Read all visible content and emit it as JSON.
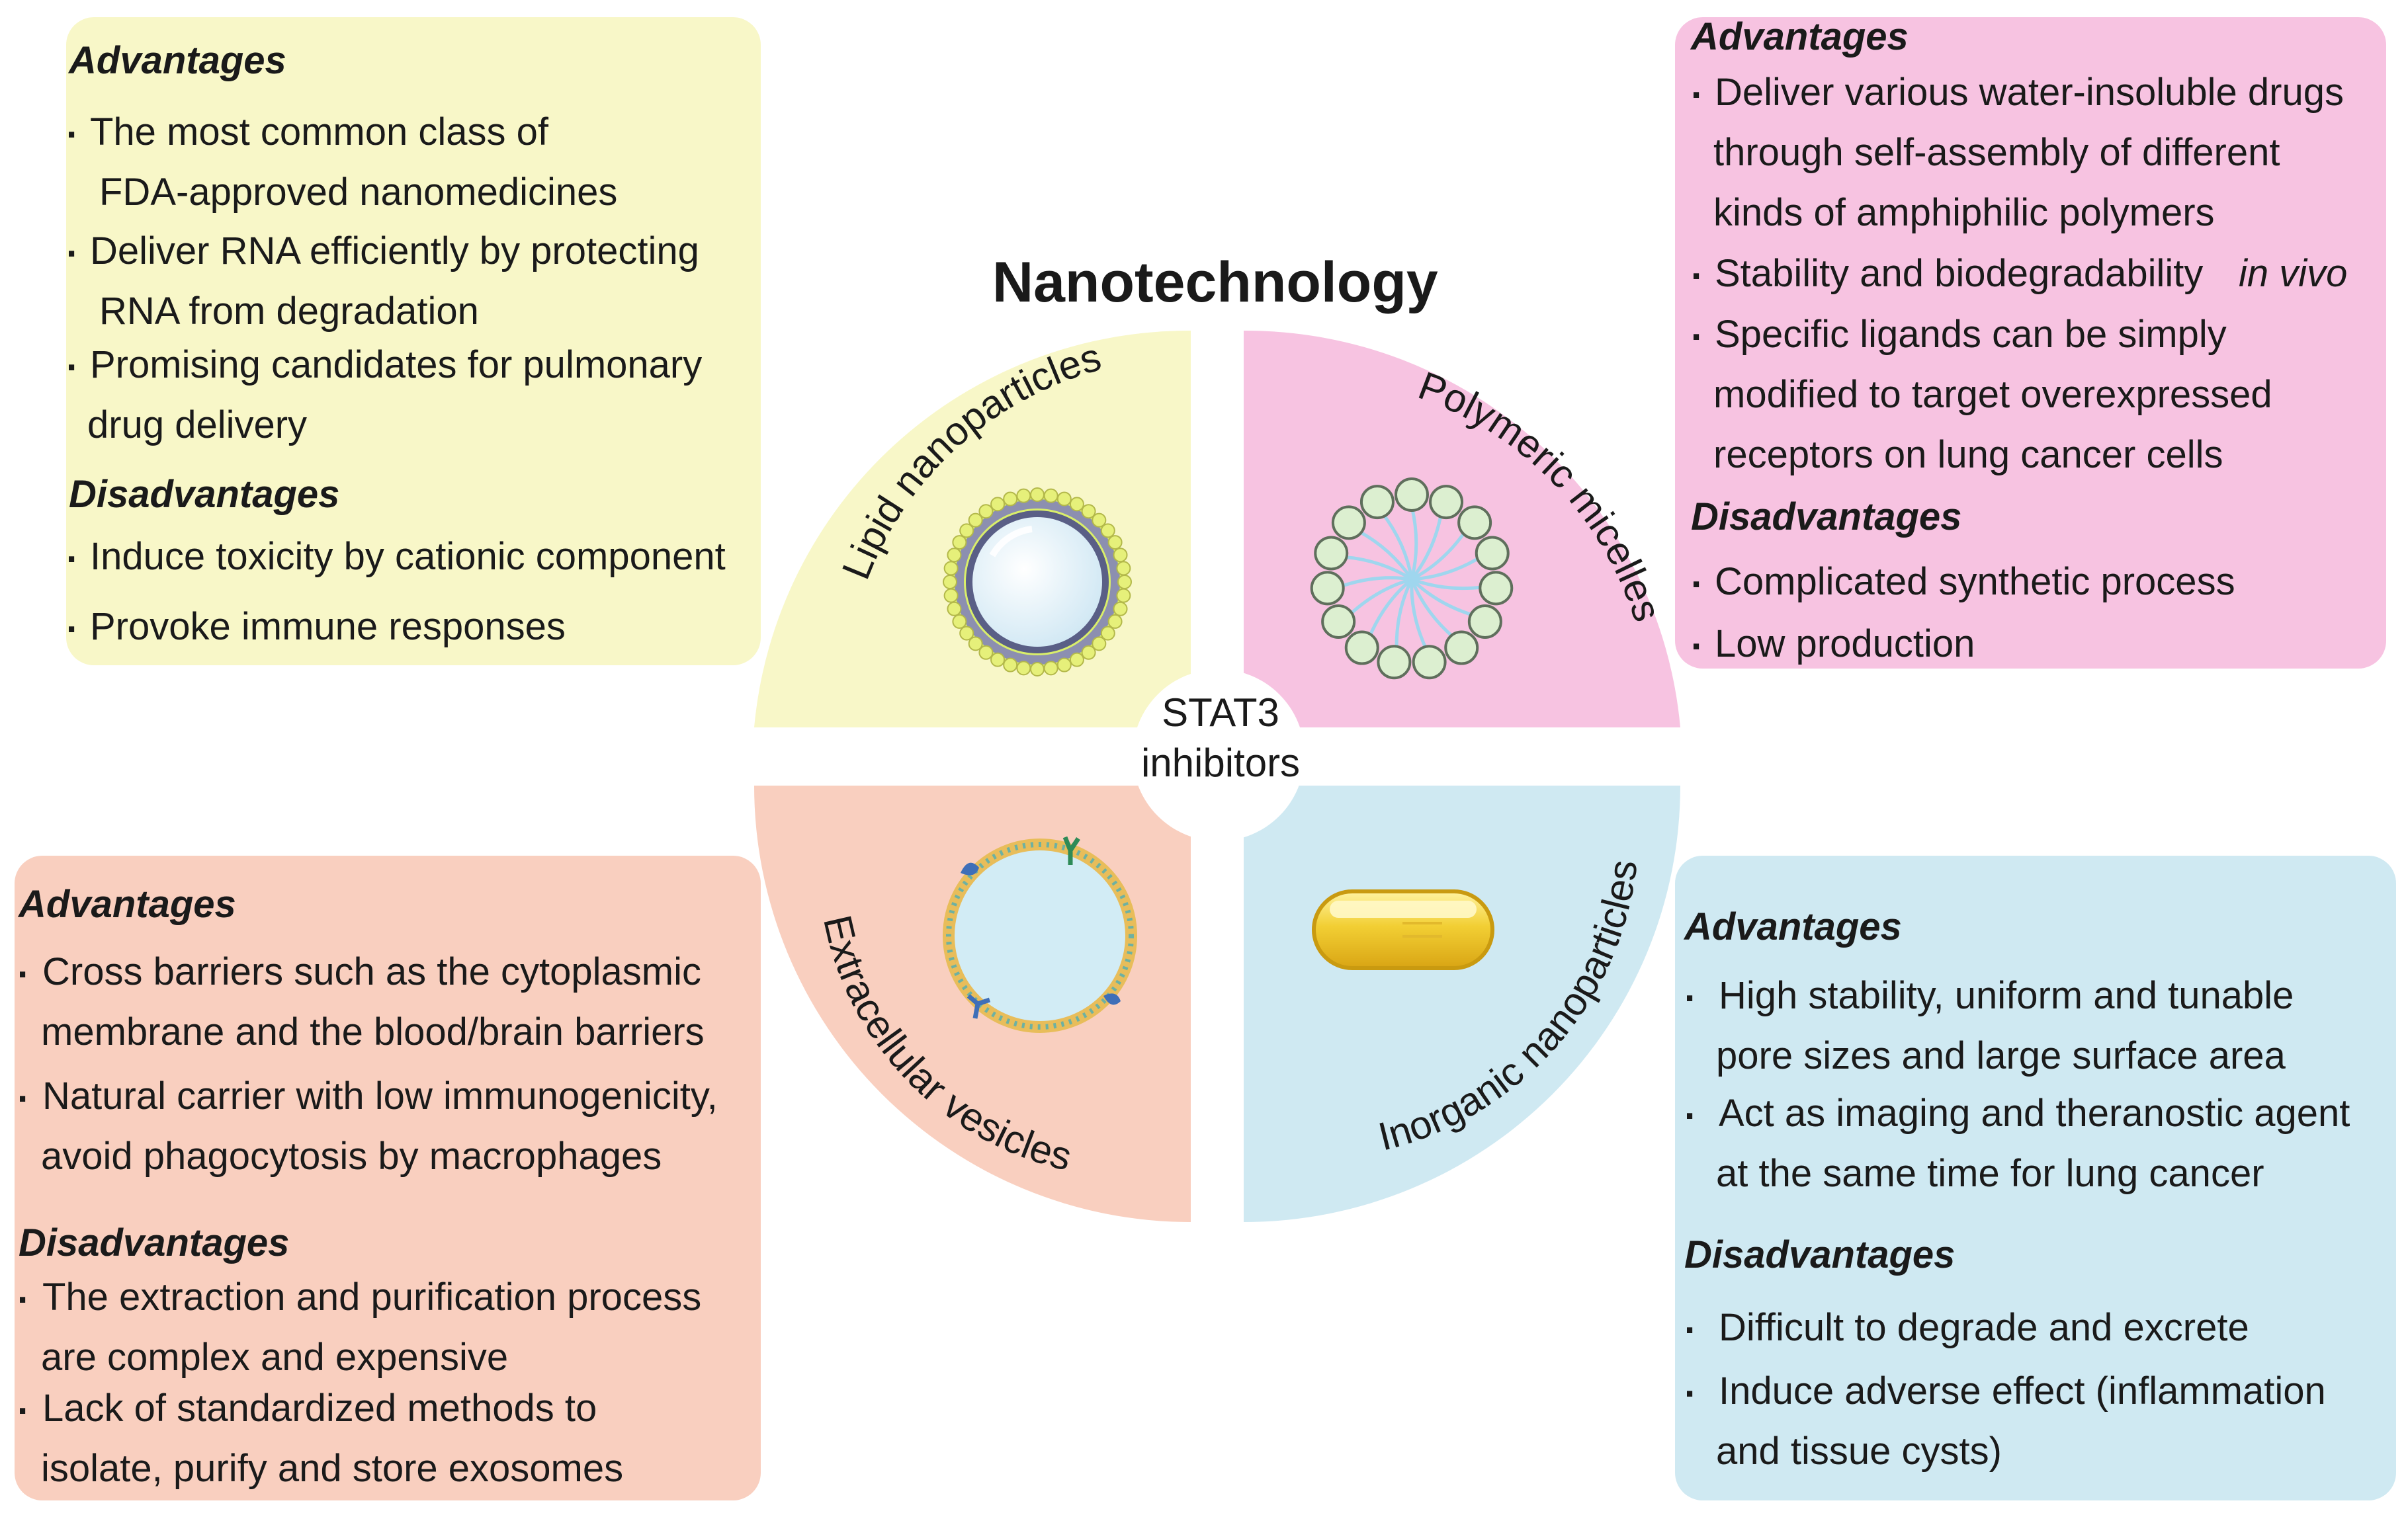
{
  "title": "Nanotechnology",
  "center": {
    "line1": "STAT3",
    "line2": "inhibitors"
  },
  "colors": {
    "lipid": "#f8f7c8",
    "polymeric": "#f7c3e1",
    "extracellular": "#f9cfbf",
    "inorganic": "#cfe9f2",
    "divider": "#ffffff"
  },
  "quadrants": {
    "lipid": {
      "label": "Lipid nanoparticles"
    },
    "polymeric": {
      "label": "Polymeric micelles"
    },
    "extracellular": {
      "label": "Extracellular vesicles"
    },
    "inorganic": {
      "label": "Inorganic nanoparticles"
    }
  },
  "panels": {
    "lipid": {
      "advantages_heading": "Advantages",
      "adv_lines": [
        "The most common class of",
        "FDA-approved nanomedicines",
        "Deliver RNA  efficiently by protecting",
        "RNA from degradation",
        "Promising candidates for pulmonary",
        "drug delivery"
      ],
      "disadvantages_heading": "Disadvantages",
      "dis_lines": [
        "Induce toxicity by cationic component",
        "Provoke immune responses"
      ]
    },
    "polymeric": {
      "advantages_heading": "Advantages",
      "adv_lines": [
        "Deliver various water-insoluble drugs",
        "through self-assembly of different",
        "kinds of amphiphilic polymers",
        "Stability and biodegradability",
        "in vivo",
        "Specific ligands can be simply",
        "modified to target overexpressed",
        "receptors on lung cancer cells"
      ],
      "disadvantages_heading": "Disadvantages",
      "dis_lines": [
        "Complicated synthetic process",
        "Low production"
      ]
    },
    "extracellular": {
      "advantages_heading": "Advantages",
      "adv_lines": [
        "Cross barriers such as the cytoplasmic",
        "membrane and the blood/brain barriers",
        "Natural carrier with low immunogenicity,",
        "avoid phagocytosis  by macrophages"
      ],
      "disadvantages_heading": "Disadvantages",
      "dis_lines": [
        "The extraction and purification process",
        "are complex and expensive",
        "Lack of standardized methods to",
        "isolate, purify and store exosomes"
      ]
    },
    "inorganic": {
      "advantages_heading": "Advantages",
      "adv_lines": [
        "High stability, uniform and tunable",
        "pore sizes and large surface area",
        "Act as imaging  and theranostic agent",
        "at the same time for lung cancer"
      ],
      "disadvantages_heading": "Disadvantages",
      "dis_lines": [
        "Difficult to degrade and excrete",
        "Induce adverse effect (inflammation",
        "and tissue cysts)"
      ]
    }
  }
}
